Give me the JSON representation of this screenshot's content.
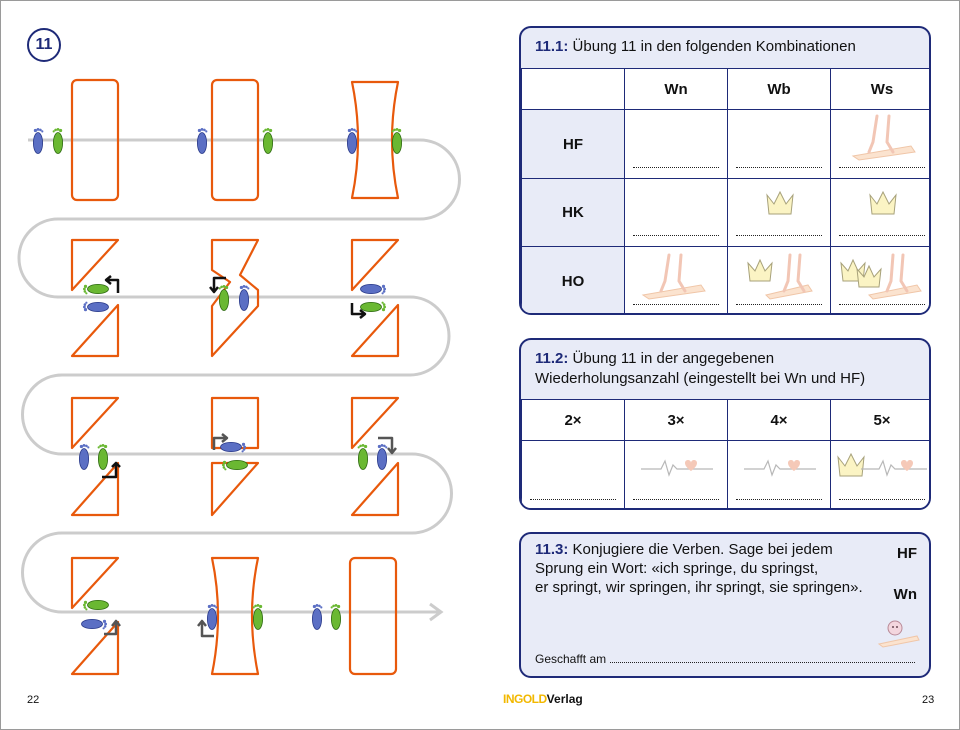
{
  "exercise": {
    "number": "11"
  },
  "section1": {
    "prefix": "11.1:",
    "title": "Übung 11 in den folgenden Kombinationen",
    "columns": [
      "Wn",
      "Wb",
      "Ws"
    ],
    "rows": [
      "HF",
      "HK",
      "HO"
    ]
  },
  "section2": {
    "prefix": "11.2:",
    "title_line1": "Übung 11 in der angegebenen",
    "title_line2": "Wiederholungsanzahl (eingestellt bei Wn und HF)",
    "columns": [
      "2×",
      "3×",
      "4×",
      "5×"
    ]
  },
  "section3": {
    "prefix": "11.3:",
    "line1": "Konjugiere die Verben. Sage bei jedem",
    "line2": "Sprung ein Wort: «ich springe, du springst,",
    "line3": "er springt, wir springen, ihr springt, sie springen».",
    "tag_top": "HF",
    "tag_bottom": "Wn",
    "done_label": "Geschafft am"
  },
  "footer": {
    "page_left": "22",
    "page_right": "23",
    "publisher_brand": "INGOLD",
    "publisher_suffix": "Verlag"
  },
  "colors": {
    "navy": "#1e2a78",
    "panel_bg": "#e8ebf7",
    "frame_orange": "#e8590c",
    "foot_blue": "#5b6fc4",
    "foot_green": "#6ab832",
    "track_grey": "#cccccc"
  },
  "icons": [
    "left-foot-icon",
    "right-foot-icon",
    "turn-arrow-icon",
    "crown-icon",
    "heartbeat-icon",
    "jumper-icon",
    "mascot-icon"
  ]
}
